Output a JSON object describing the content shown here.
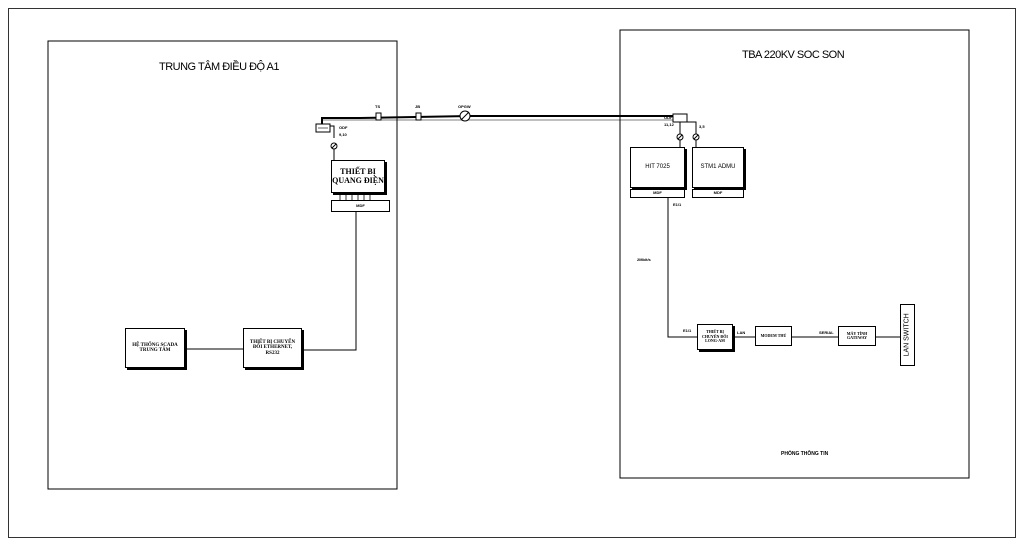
{
  "left_site": {
    "title": "TRUNG TÂM ĐIỀU ĐỘ A1",
    "scada_box": "HỆ THỐNG SCADA TRUNG TÂM",
    "converter_box": "THIẾT BỊ CHUYỂN ĐỔI ETHERNET, RS232",
    "optical_device": "THIẾT BỊ QUANG ĐIỆN",
    "mdf_label": "MDF",
    "odf_label": "ODF",
    "odf_ports": "9,10"
  },
  "link": {
    "ts_label": "TS",
    "jb_label": "JB",
    "opgw_label": "OPGW"
  },
  "right_site": {
    "title": "TBA 220KV SOC SON",
    "hit_device": "HIT 7025",
    "stm_device": "STM1 ADMU",
    "mdf_label": "MDF",
    "odf_label": "ODF",
    "odf_ports_a": "11,12",
    "odf_ports_b": "3,5",
    "e1_label": "E1/1",
    "rate_label": "2Mbit/s",
    "e1_in_label": "E1/1",
    "modem_box": "THIẾT BỊ CHUYỂN ĐỔI LONG-AM",
    "lan_label": "LAN",
    "router_box": "MODEM THỦ",
    "serial_label": "SERIAL",
    "gateway_box": "MÁY TÍNH GATEWAY",
    "switch_label": "LAN SWITCH",
    "room_label": "PHÒNG THÔNG TIN"
  }
}
